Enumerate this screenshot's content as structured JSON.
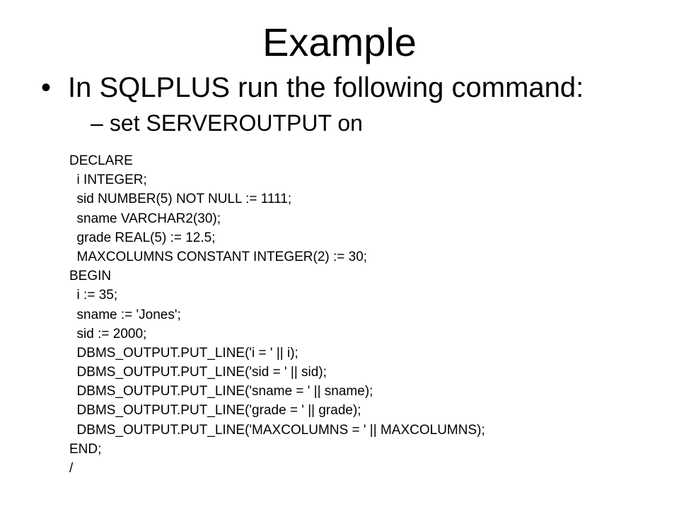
{
  "slide": {
    "title": "Example",
    "bullet": "In SQLPLUS run the following command:",
    "subbullet": "set SERVEROUTPUT on",
    "code_lines": [
      "DECLARE",
      "  i INTEGER;",
      "  sid NUMBER(5) NOT NULL := 1111;",
      "  sname VARCHAR2(30);",
      "  grade REAL(5) := 12.5;",
      "  MAXCOLUMNS CONSTANT INTEGER(2) := 30;",
      "BEGIN",
      "  i := 35;",
      "  sname := 'Jones';",
      "  sid := 2000;",
      "  DBMS_OUTPUT.PUT_LINE('i = ' || i);",
      "  DBMS_OUTPUT.PUT_LINE('sid = ' || sid);",
      "  DBMS_OUTPUT.PUT_LINE('sname = ' || sname);",
      "  DBMS_OUTPUT.PUT_LINE('grade = ' || grade);",
      "  DBMS_OUTPUT.PUT_LINE('MAXCOLUMNS = ' || MAXCOLUMNS);",
      "END;",
      "/"
    ]
  }
}
